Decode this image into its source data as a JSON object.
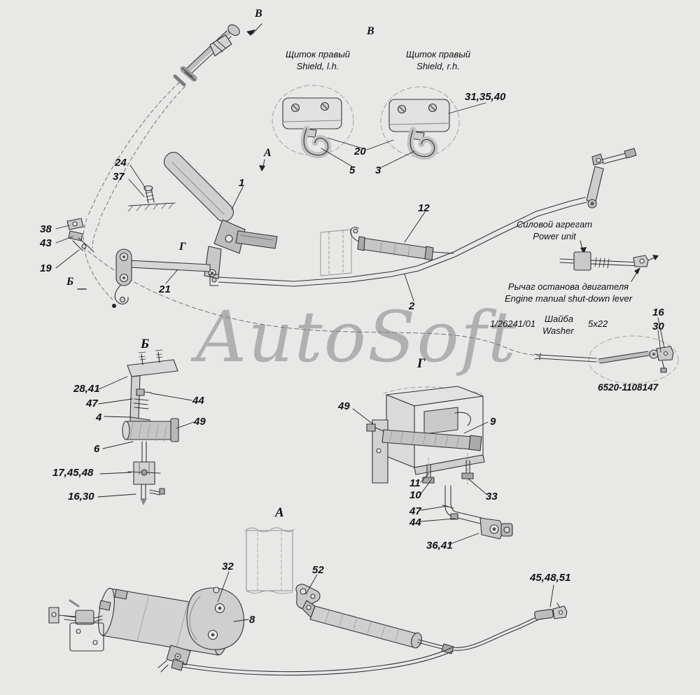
{
  "watermark": "AutoSoft",
  "views": {
    "top_arrow": "В",
    "section_b": "В",
    "view_a": "А",
    "b_small": "Б",
    "b_heading": "Б",
    "g_small": "Г",
    "g_heading": "Г",
    "a_heading": "А"
  },
  "annotations": {
    "shield_left_ru": "Щиток правый",
    "shield_left_en": "Shield, l.h.",
    "shield_right_ru": "Щиток правый",
    "shield_right_en": "Shield, r.h.",
    "power_unit_ru": "Силовой агрегат",
    "power_unit_en": "Power unit",
    "shutdown_ru": "Рычаг останова двигателя",
    "shutdown_en": "Engine manual shut-down lever",
    "washer_number": "1/26241/01",
    "washer_ru": "Шайба",
    "washer_en": "Washer",
    "washer_size": "5x22",
    "part_number": "6520-1108147"
  },
  "callouts": {
    "k31_35_40": "31,35,40",
    "k20": "20",
    "k5": "5",
    "k3": "3",
    "k24": "24",
    "k37": "37",
    "k1": "1",
    "k12": "12",
    "k38": "38",
    "k43": "43",
    "k19": "19",
    "k21": "21",
    "k2": "2",
    "k16_top": "16",
    "k30_top": "30",
    "k28_41": "28,41",
    "k47_left": "47",
    "k4": "4",
    "k44_left": "44",
    "k49_left": "49",
    "k6": "6",
    "k17_45_48": "17,45,48",
    "k16_30": "16,30",
    "k49_mid": "49",
    "k9": "9",
    "k11": "11",
    "k10": "10",
    "k33": "33",
    "k47_mid": "47",
    "k44_mid": "44",
    "k36_41": "36,41",
    "k32": "32",
    "k52": "52",
    "k45_48_51": "45,48,51",
    "k8": "8"
  }
}
